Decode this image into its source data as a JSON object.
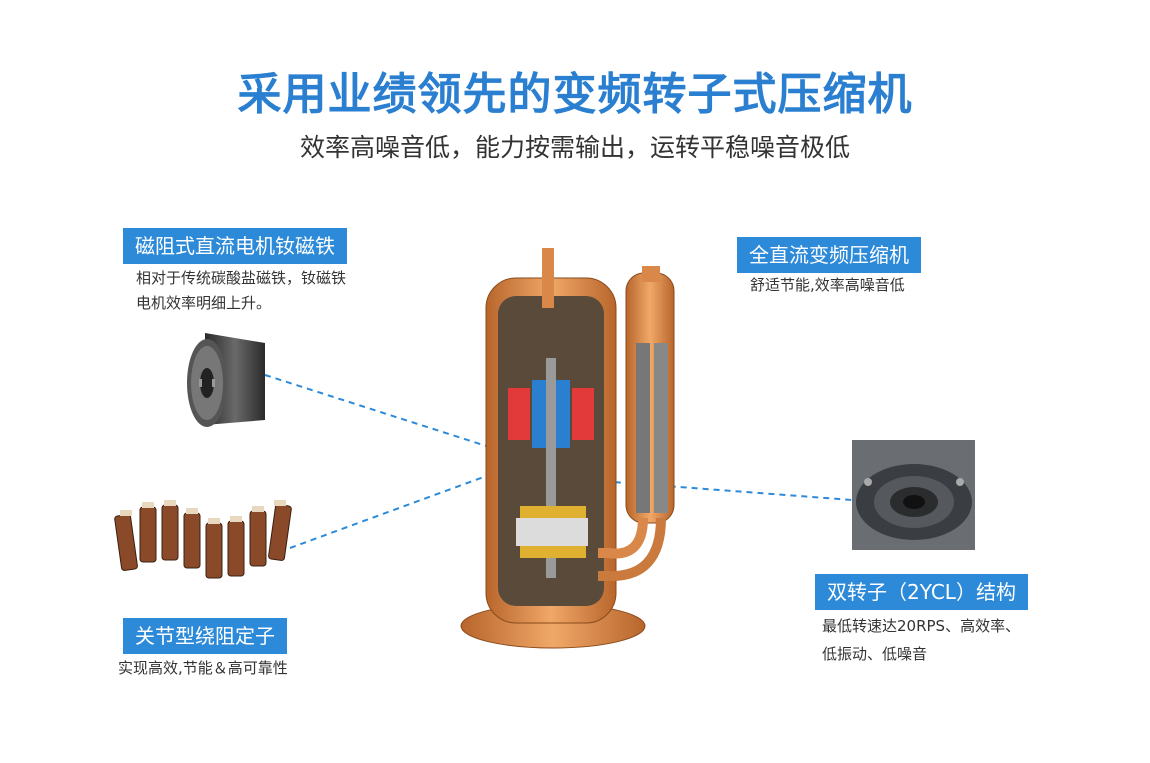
{
  "header": {
    "title": "采用业绩领先的变频转子式压缩机",
    "subtitle": "效率高噪音低，能力按需输出，运转平稳噪音极低"
  },
  "features": {
    "magnet": {
      "tag": "磁阻式直流电机钕磁铁",
      "desc_line1": "相对于传统碳酸盐磁铁，钕磁铁",
      "desc_line2": "电机效率明细上升。"
    },
    "stator": {
      "tag": "关节型绕阻定子",
      "desc": "实现高效,节能＆高可靠性"
    },
    "compressor": {
      "tag": "全直流变频压缩机",
      "desc": "舒适节能,效率高噪音低"
    },
    "rotor": {
      "tag": "双转子（2YCL）结构",
      "desc_line1": "最低转速达20RPS、高效率、",
      "desc_line2": "低振动、低噪音"
    }
  },
  "colors": {
    "accent": "#2a7fd0",
    "tag_bg": "#2c8ad8",
    "copper": "#d9884a",
    "dashed_line": "#2c8ad8"
  }
}
